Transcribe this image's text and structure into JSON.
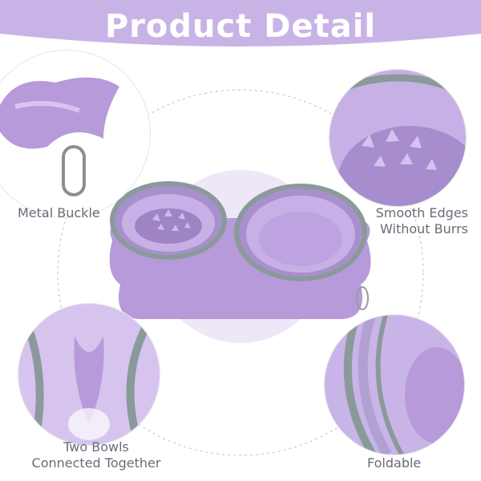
{
  "header": {
    "title": "Product Detail"
  },
  "features": {
    "metal_buckle": "Metal Buckle",
    "smooth_edges_line1": "Smooth Edges",
    "smooth_edges_line2": "Without Burrs",
    "two_bowls_line1": "Two Bowls",
    "two_bowls_line2": "Connected Together",
    "foldable": "Foldable"
  },
  "colors": {
    "brand_purple": "#c8b3e6",
    "silicone_purple": "#b79ad9",
    "rim_gray": "#8a9a9a",
    "label_gray": "#6d6a78"
  }
}
